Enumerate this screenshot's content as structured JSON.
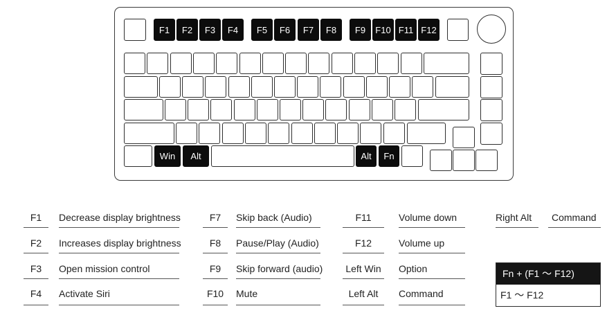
{
  "keyboard": {
    "keys": {
      "f1": "F1",
      "f2": "F2",
      "f3": "F3",
      "f4": "F4",
      "f5": "F5",
      "f6": "F6",
      "f7": "F7",
      "f8": "F8",
      "f9": "F9",
      "f10": "F10",
      "f11": "F11",
      "f12": "F12",
      "win": "Win",
      "alt_left": "Alt",
      "alt_right": "Alt",
      "fn": "Fn"
    }
  },
  "legend": {
    "group1": [
      {
        "key": "F1",
        "desc": "Decrease display brightness"
      },
      {
        "key": "F2",
        "desc": "Increases display brightness"
      },
      {
        "key": "F3",
        "desc": "Open mission control"
      },
      {
        "key": "F4",
        "desc": "Activate Siri"
      }
    ],
    "group2": [
      {
        "key": "F7",
        "desc": "Skip back (Audio)"
      },
      {
        "key": "F8",
        "desc": "Pause/Play (Audio)"
      },
      {
        "key": "F9",
        "desc": "Skip forward (audio)"
      },
      {
        "key": "F10",
        "desc": "Mute"
      }
    ],
    "group3": [
      {
        "key": "F11",
        "desc": "Volume down"
      },
      {
        "key": "F12",
        "desc": "Volume up"
      },
      {
        "key": "Left Win",
        "desc": "Option"
      },
      {
        "key": "Left Alt",
        "desc": "Command"
      }
    ],
    "group4": {
      "key": "Right Alt",
      "desc": "Command"
    },
    "fn_box": {
      "top": "Fn + (F1 ～ F12)",
      "bottom": "F1 ～ F12"
    }
  }
}
